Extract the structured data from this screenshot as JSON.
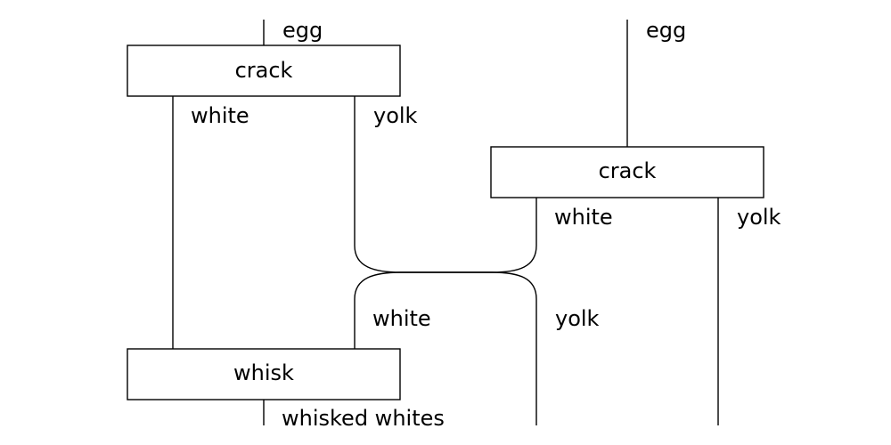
{
  "diagram": {
    "boxes": {
      "crack_left": "crack",
      "crack_right": "crack",
      "whisk": "whisk"
    },
    "labels": {
      "egg_left": "egg",
      "egg_right": "egg",
      "white_1": "white",
      "yolk_1": "yolk",
      "white_2": "white",
      "yolk_2": "yolk",
      "white_3": "white",
      "yolk_3": "yolk",
      "whisked": "whisked whites"
    },
    "colors": {
      "stroke": "#000000",
      "background": "#ffffff"
    }
  }
}
